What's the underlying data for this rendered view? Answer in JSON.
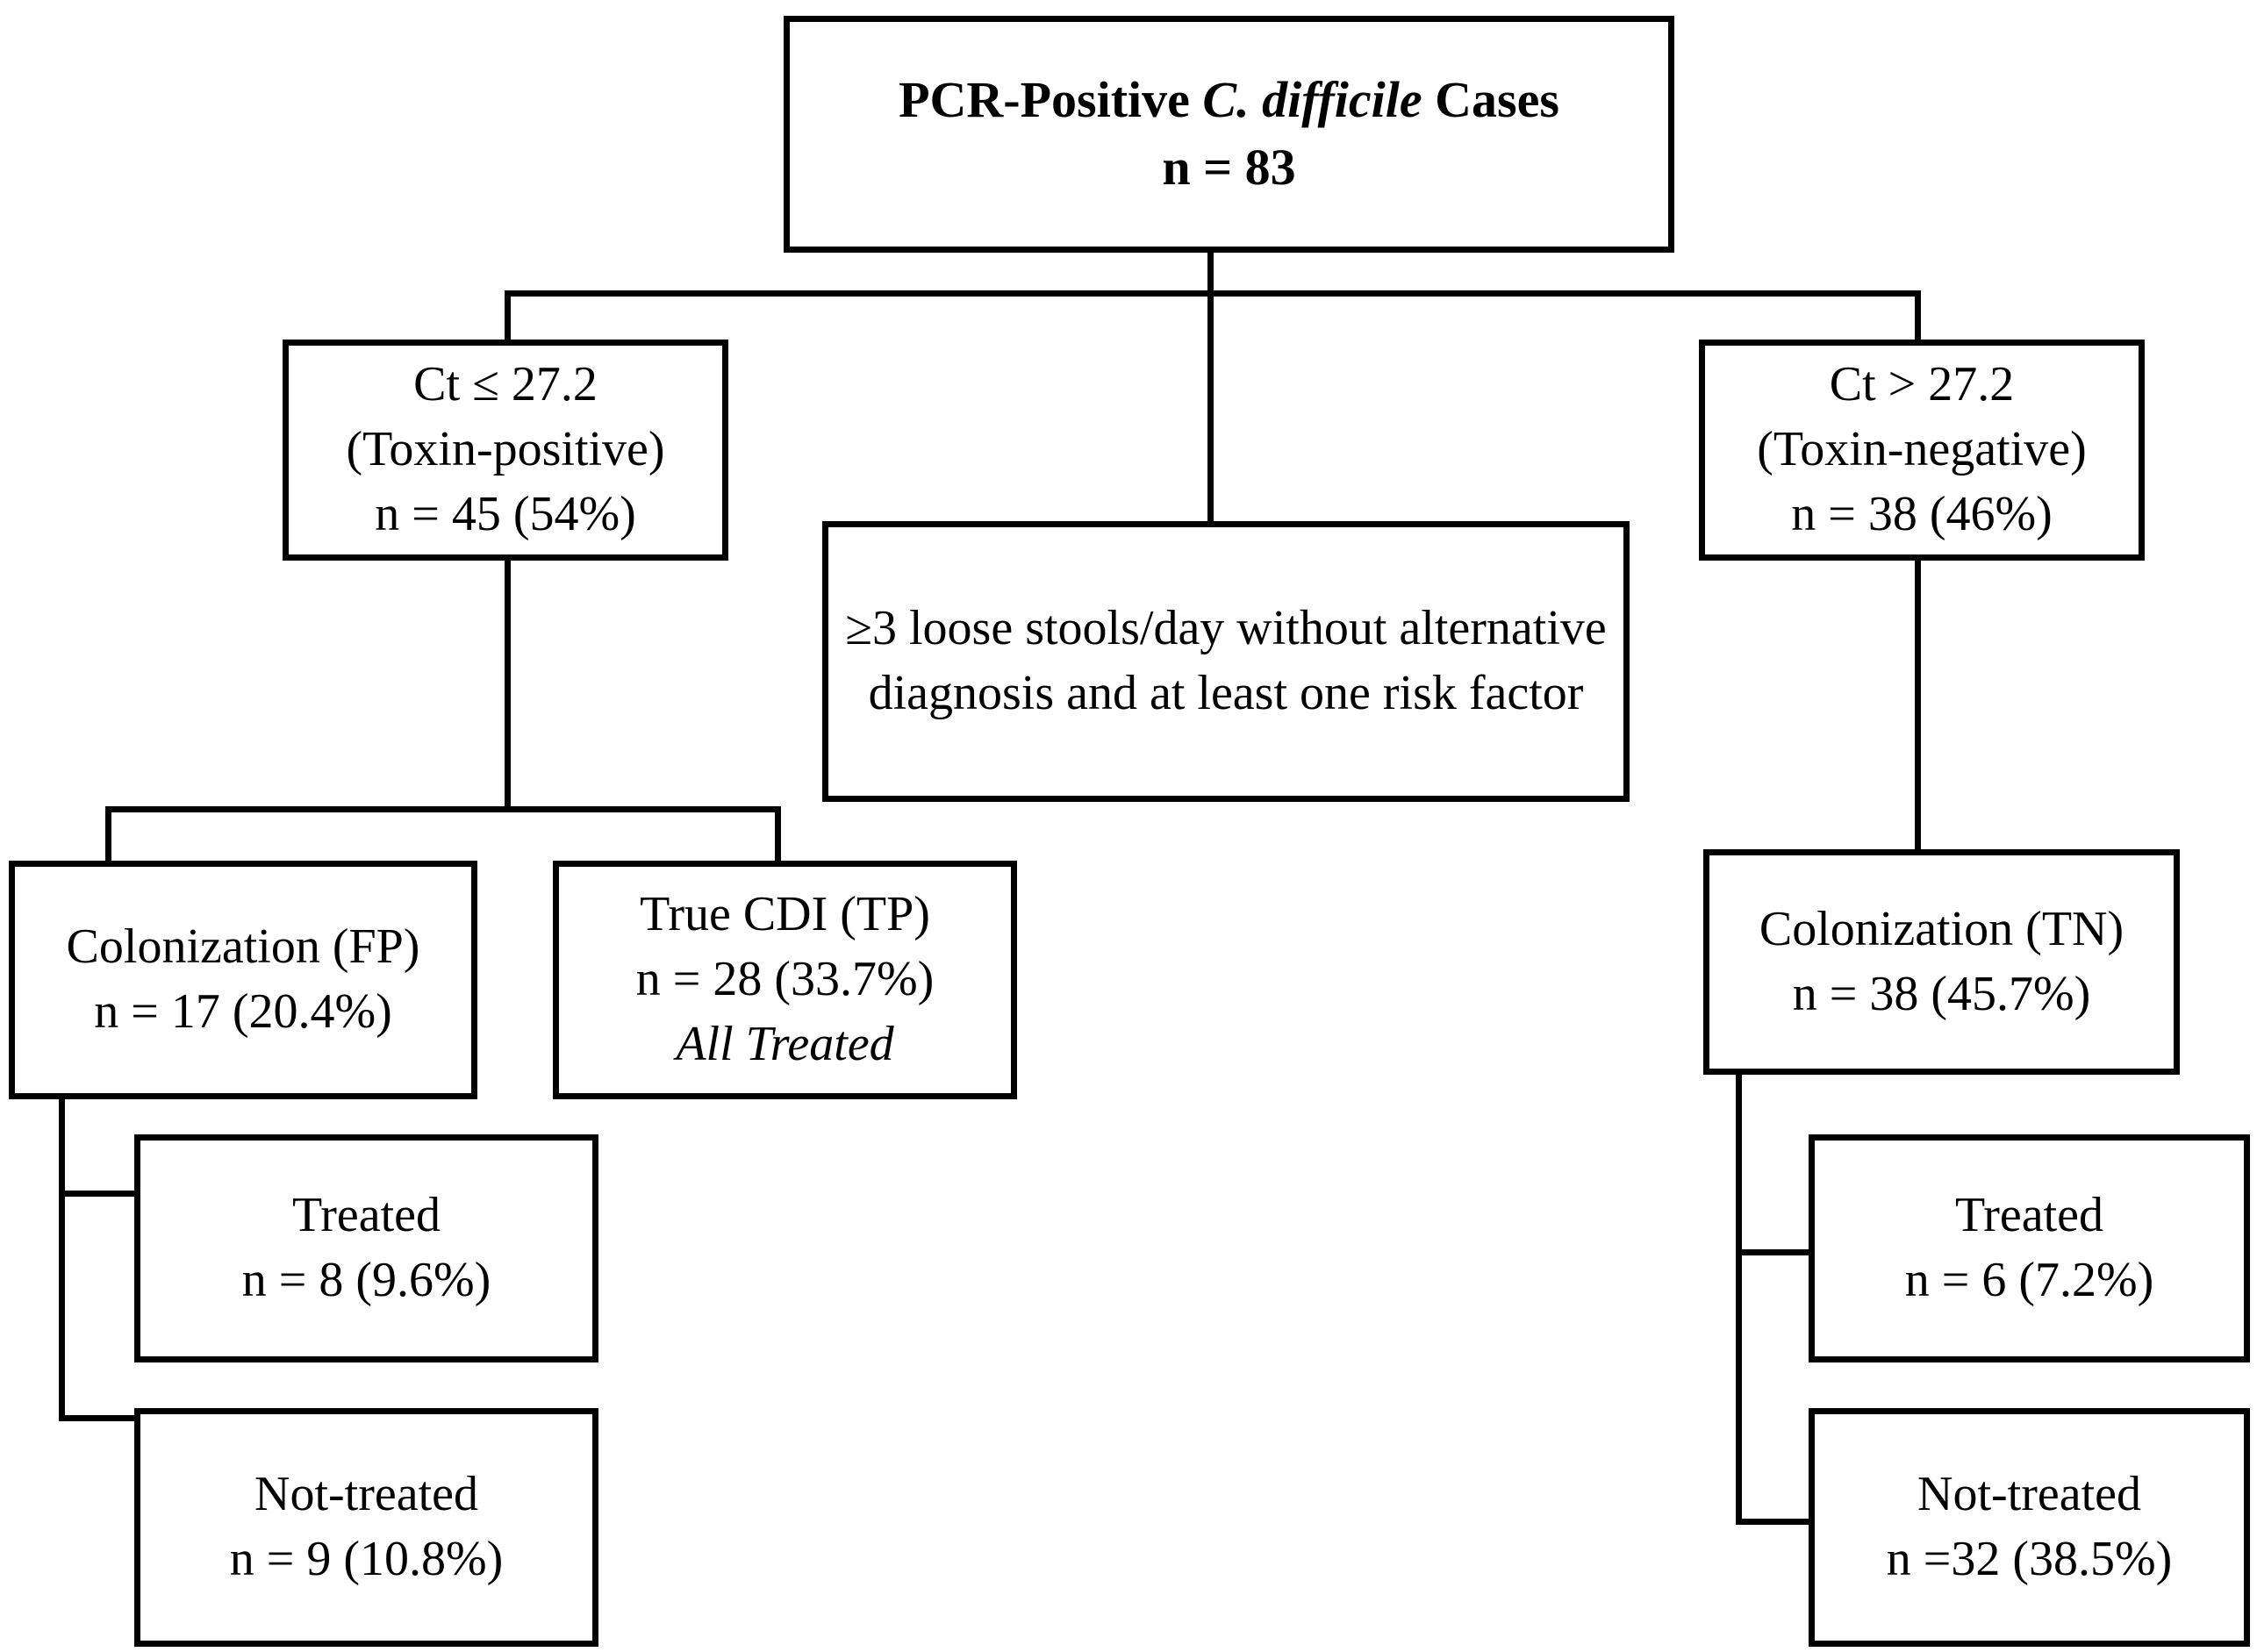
{
  "diagram": {
    "title": "PCR-Positive C. difficile Cases flow diagram",
    "nodes": {
      "root": {
        "name": "pcr-positive-cases",
        "line1_pre": "PCR-Positive ",
        "line1_italic": "C. difficile",
        "line1_post": " Cases",
        "line2": "n = 83"
      },
      "left_branch": {
        "name": "ct-low-toxin-positive",
        "line1": "Ct ≤ 27.2",
        "line2": "(Toxin-positive)",
        "line3": "n = 45 (54%)",
        "n": 45,
        "percent": 54
      },
      "right_branch": {
        "name": "ct-high-toxin-negative",
        "line1": "Ct > 27.2",
        "line2": "(Toxin-negative)",
        "line3": "n = 38 (46%)",
        "n": 38,
        "percent": 46
      },
      "criteria": {
        "name": "clinical-criteria",
        "text": "≥3 loose stools/day without alternative diagnosis and at least one risk factor"
      },
      "colonization_fp": {
        "name": "colonization-false-positive",
        "line1": "Colonization (FP)",
        "line2": "n = 17 (20.4%)",
        "n": 17,
        "percent": 20.4
      },
      "true_cdi_tp": {
        "name": "true-cdi-true-positive",
        "line1": "True CDI (TP)",
        "line2": "n = 28 (33.7%)",
        "line3": "All Treated",
        "n": 28,
        "percent": 33.7
      },
      "colonization_tn": {
        "name": "colonization-true-negative",
        "line1": "Colonization (TN)",
        "line2": "n = 38 (45.7%)",
        "n": 38,
        "percent": 45.7
      },
      "fp_treated": {
        "name": "fp-treated",
        "line1": "Treated",
        "line2": "n = 8 (9.6%)",
        "n": 8,
        "percent": 9.6
      },
      "fp_not_treated": {
        "name": "fp-not-treated",
        "line1": "Not-treated",
        "line2": "n = 9 (10.8%)",
        "n": 9,
        "percent": 10.8
      },
      "tn_treated": {
        "name": "tn-treated",
        "line1": "Treated",
        "line2": "n = 6 (7.2%)",
        "n": 6,
        "percent": 7.2
      },
      "tn_not_treated": {
        "name": "tn-not-treated",
        "line1": "Not-treated",
        "line2": "n =32 (38.5%)",
        "n": 32,
        "percent": 38.5
      }
    },
    "colors": {
      "stroke": "#000000",
      "fill": "#ffffff",
      "text": "#000000"
    }
  }
}
